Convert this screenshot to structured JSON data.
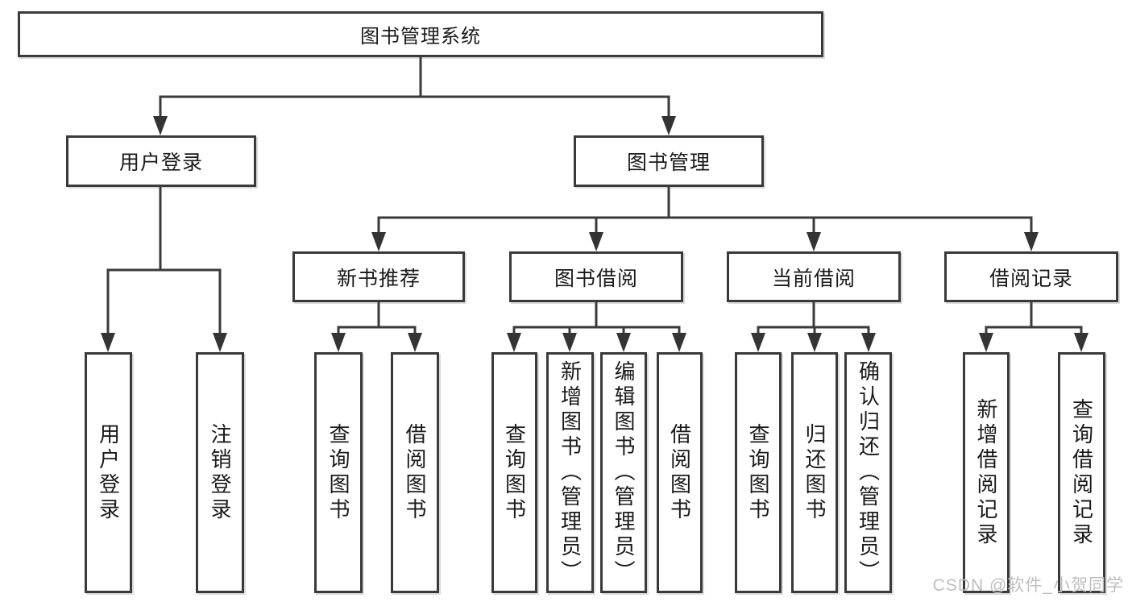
{
  "diagram": {
    "root": {
      "label": "图书管理系统"
    },
    "branches": [
      {
        "label": "用户登录",
        "children": [
          {
            "label": "用户登录"
          },
          {
            "label": "注销登录"
          }
        ]
      },
      {
        "label": "图书管理",
        "groups": [
          {
            "label": "新书推荐",
            "children": [
              {
                "label": "查询图书"
              },
              {
                "label": "借阅图书"
              }
            ]
          },
          {
            "label": "图书借阅",
            "children": [
              {
                "label": "查询图书"
              },
              {
                "label": "新增图书（管理员）"
              },
              {
                "label": "编辑图书（管理员）"
              },
              {
                "label": "借阅图书"
              }
            ]
          },
          {
            "label": "当前借阅",
            "children": [
              {
                "label": "查询图书"
              },
              {
                "label": "归还图书"
              },
              {
                "label": "确认归还（管理员）"
              }
            ]
          },
          {
            "label": "借阅记录",
            "children": [
              {
                "label": "新增借阅记录"
              },
              {
                "label": "查询借阅记录"
              }
            ]
          }
        ]
      }
    ]
  },
  "watermark": {
    "text": "CSDN @软件_小贺同学"
  },
  "colors": {
    "line": "#3a3a3a",
    "text": "#1a1a1a",
    "background": "#ffffff",
    "watermark": "#bfbfbf"
  }
}
